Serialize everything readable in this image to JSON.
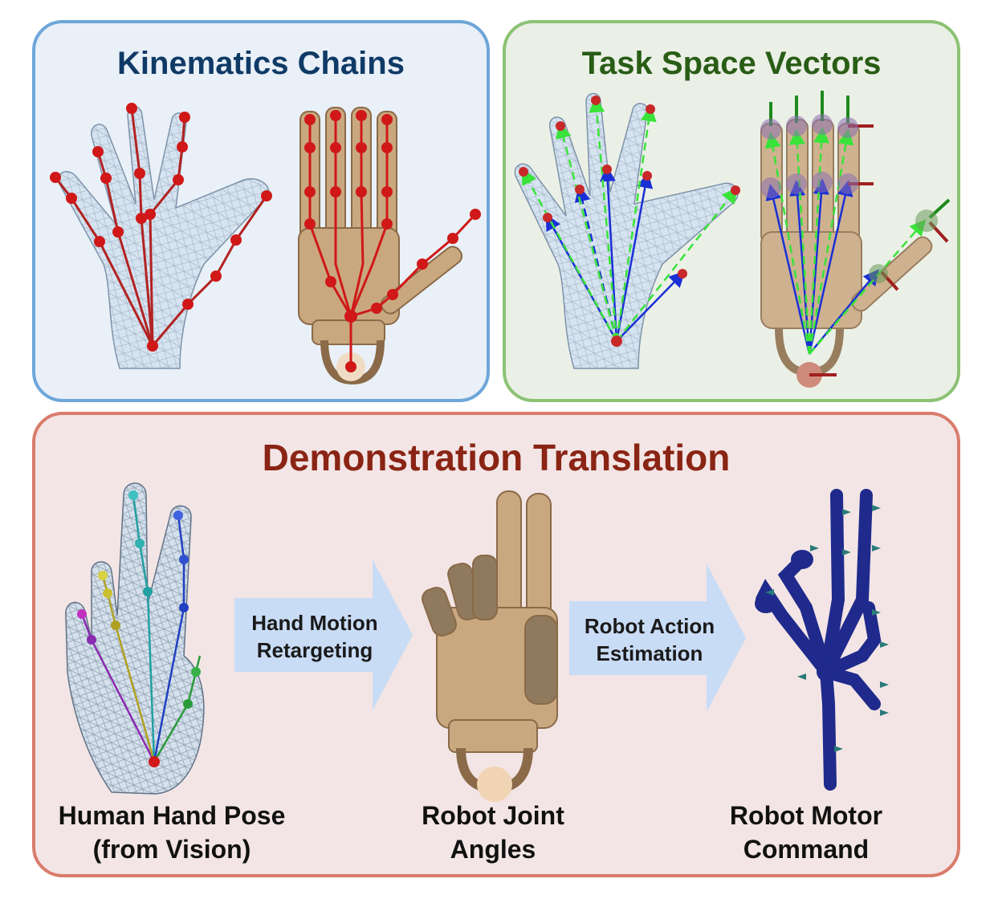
{
  "panels": {
    "kinematics": {
      "title": "Kinematics Chains"
    },
    "task_space": {
      "title": "Task Space Vectors"
    },
    "demonstration": {
      "title": "Demonstration Translation",
      "arrows": [
        {
          "line1": "Hand Motion",
          "line2": "Retargeting"
        },
        {
          "line1": "Robot Action",
          "line2": "Estimation"
        }
      ],
      "captions": [
        {
          "line1": "Human Hand Pose",
          "line2": "(from Vision)"
        },
        {
          "line1": "Robot Joint",
          "line2": "Angles"
        },
        {
          "line1": "Robot Motor",
          "line2": "Command"
        }
      ]
    }
  },
  "colors": {
    "kinematics_border": "#6ea6d9",
    "task_border": "#8cc274",
    "demo_border": "#d97c6c",
    "joint_red": "#d01818",
    "vector_blue": "#1a2fd6",
    "vector_green": "#39e33a",
    "robot_tan": "#c9a880",
    "motor_navy": "#1f2a8c",
    "arrow_fill": "#c9dcf6"
  }
}
